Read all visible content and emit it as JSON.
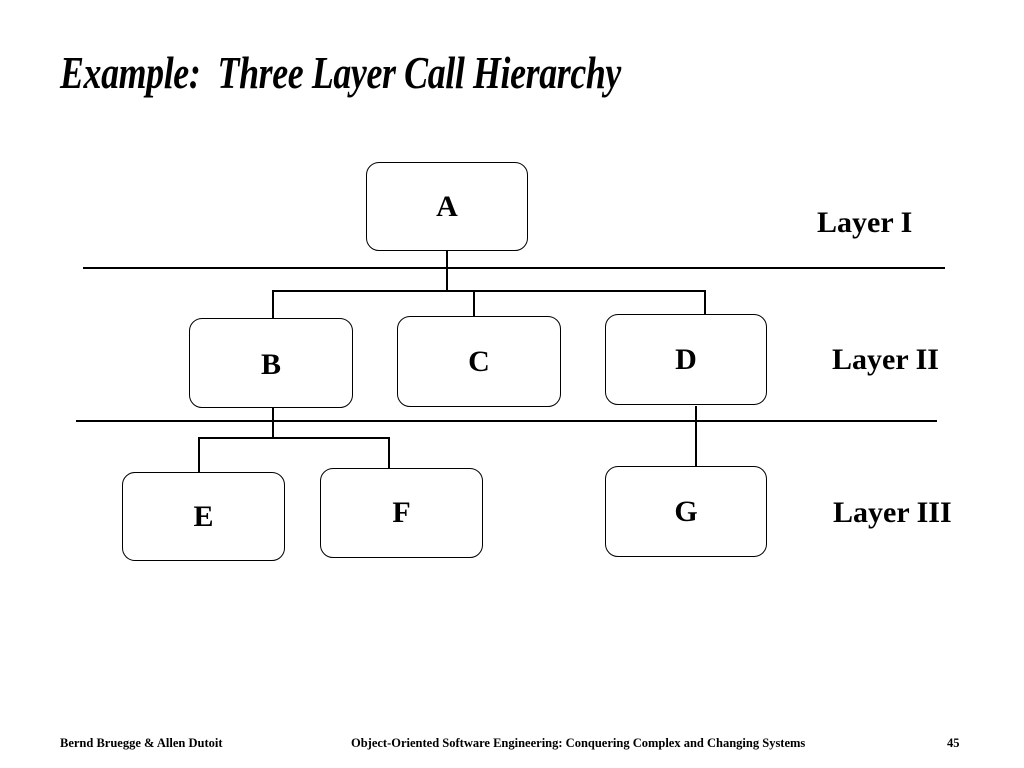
{
  "slide": {
    "title": "Example:  Three Layer Call Hierarchy",
    "background_color": "#ffffff",
    "ink_color": "#000000"
  },
  "diagram": {
    "type": "layered-call-hierarchy",
    "nodes": [
      {
        "id": "A",
        "label": "A",
        "layer": "Layer I"
      },
      {
        "id": "B",
        "label": "B",
        "layer": "Layer II"
      },
      {
        "id": "C",
        "label": "C",
        "layer": "Layer II"
      },
      {
        "id": "D",
        "label": "D",
        "layer": "Layer II"
      },
      {
        "id": "E",
        "label": "E",
        "layer": "Layer III"
      },
      {
        "id": "F",
        "label": "F",
        "layer": "Layer III"
      },
      {
        "id": "G",
        "label": "G",
        "layer": "Layer III"
      }
    ],
    "edges": [
      "A-B",
      "A-C",
      "A-D",
      "B-E",
      "B-F",
      "D-G"
    ],
    "layer_labels": [
      {
        "label": "Layer I"
      },
      {
        "label": "Layer II"
      },
      {
        "label": "Layer III"
      }
    ]
  },
  "footer": {
    "authors": "Bernd Bruegge & Allen Dutoit",
    "title": "Object-Oriented Software Engineering: Conquering Complex and Changing Systems",
    "page_number": "45"
  }
}
